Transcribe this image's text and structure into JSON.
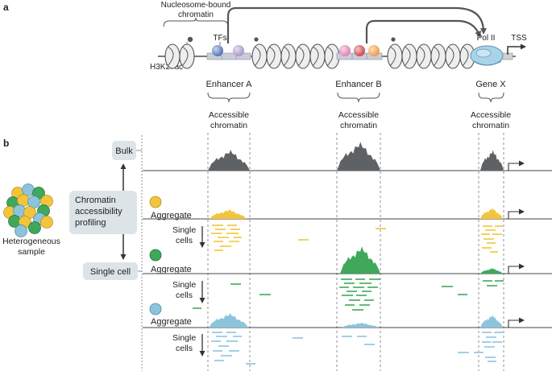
{
  "panel_a": {
    "letter": "a",
    "nucleosome_label_line1": "Nucleosome-bound",
    "nucleosome_label_line2": "chromatin",
    "h3k27ac_label": "H3K27ac",
    "tfs_label": "TFs",
    "pol2_label": "Pol II",
    "tss_label": "TSS",
    "enhancer_a_label": "Enhancer A",
    "enhancer_b_label": "Enhancer B",
    "gene_x_label": "Gene X",
    "accessible_line1": "Accessible",
    "accessible_line2": "chromatin"
  },
  "panel_b": {
    "letter": "b",
    "bulk_label": "Bulk",
    "profiling_line1": "Chromatin",
    "profiling_line2": "accessibility",
    "profiling_line3": "profiling",
    "single_cell_label": "Single cell",
    "sample_line1": "Heterogeneous",
    "sample_line2": "sample",
    "aggregate_label": "Aggregate",
    "single_line1": "Single",
    "single_line2": "cells"
  },
  "colors": {
    "bulk": "#5f6265",
    "yellow": "#f2c53d",
    "green": "#3fa85a",
    "blue": "#8cc4dc",
    "label_box": "#dde4e8",
    "tf_blue": "#4a6fb5",
    "tf_purple": "#a693c9",
    "tf_pink": "#e07fb0",
    "tf_red": "#c9424a",
    "tf_orange": "#ee9a3a",
    "pol2": "#a9d4e8"
  }
}
